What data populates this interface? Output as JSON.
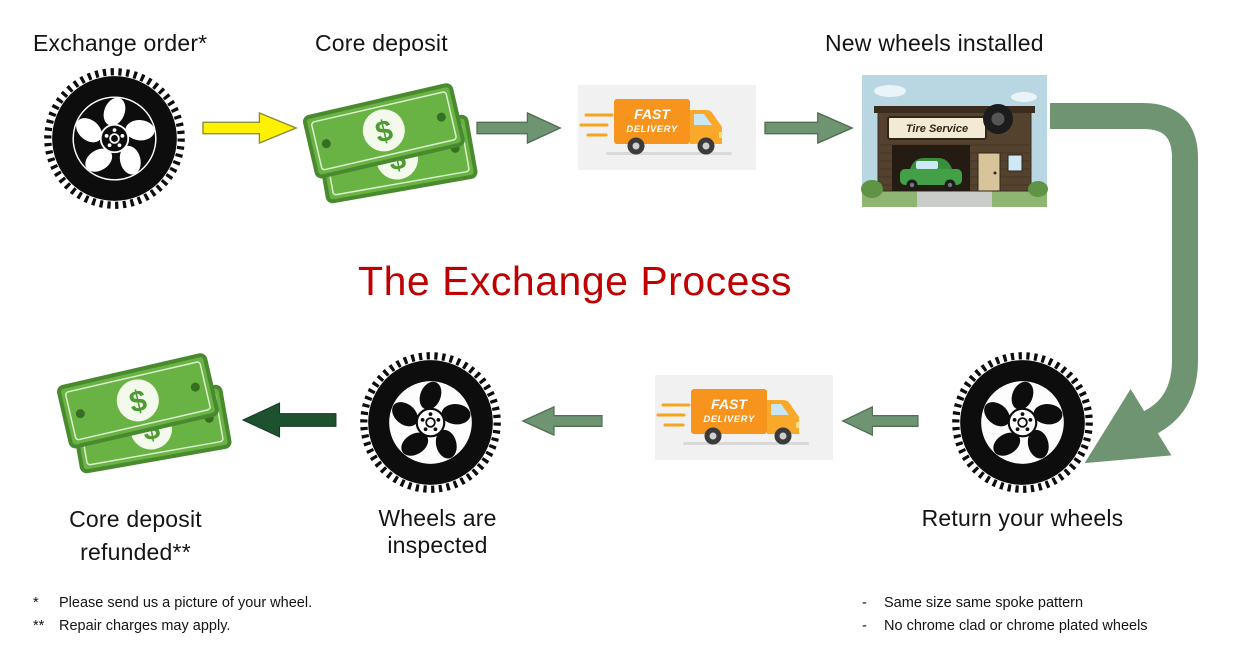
{
  "title": "The Exchange Process",
  "labels": {
    "exchange_order": "Exchange order*",
    "core_deposit": "Core deposit",
    "new_wheels_installed": "New wheels installed",
    "return_your_wheels": "Return your wheels",
    "wheels_inspected": "Wheels are inspected",
    "core_deposit_refunded": "Core deposit refunded**"
  },
  "truck": {
    "line1": "FAST",
    "line2": "DELIVERY"
  },
  "shop": {
    "sign": "Tire Service"
  },
  "money": {
    "dollar_sign": "$"
  },
  "footnotes_left": [
    {
      "marker": "*",
      "text": "Please send us a picture of your wheel."
    },
    {
      "marker": "**",
      "text": "Repair charges may apply."
    }
  ],
  "notes_right": [
    {
      "marker": "-",
      "text": "Same size same spoke pattern"
    },
    {
      "marker": "-",
      "text": "No chrome clad or chrome plated wheels"
    }
  ],
  "colors": {
    "title_red": "#C00000",
    "arrow_sage": "#6E9472",
    "arrow_sage_edge": "#4F7052",
    "arrow_yellow": "#FFF200",
    "arrow_yellow_edge": "#8F8F3A",
    "arrow_dark": "#1E5130",
    "money_green": "#69B345",
    "money_green_dark": "#4A8A2E",
    "money_cream": "#F3FAEB",
    "truck_orange": "#F7941D",
    "truck_bg": "#F1F1F2",
    "shop_sky": "#B9D7E3",
    "shop_brown": "#54422F",
    "shop_cream": "#F3EAD3"
  }
}
